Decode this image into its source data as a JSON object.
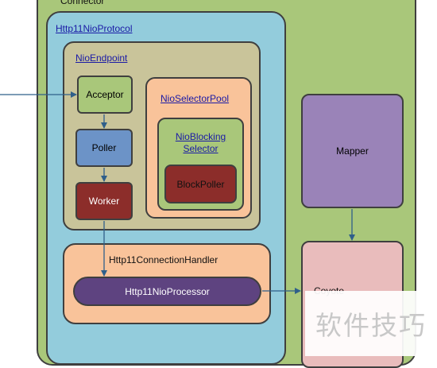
{
  "connector": {
    "label": "Connector",
    "color": "#a9c77a"
  },
  "protocol": {
    "label": "Http11NioProtocol",
    "color": "#93ccdc"
  },
  "endpoint": {
    "label": "NioEndpoint",
    "color": "#c9c49a"
  },
  "acceptor": {
    "label": "Acceptor",
    "color": "#a9c77a"
  },
  "poller": {
    "label": "Poller",
    "color": "#6c93c7"
  },
  "worker": {
    "label": "Worker",
    "color": "#8c2d2a"
  },
  "selector_pool": {
    "label": "NioSelectorPool",
    "color": "#f9c39a"
  },
  "blocking_selector": {
    "label_line1": "NioBlocking",
    "label_line2": "Selector",
    "color": "#a9c77a"
  },
  "block_poller": {
    "label": "BlockPoller",
    "color": "#8c2d2a"
  },
  "connection_handler": {
    "label": "Http11ConnectionHandler",
    "color": "#f9c39a"
  },
  "processor": {
    "label": "Http11NioProcessor",
    "color": "#5e4380"
  },
  "mapper": {
    "label": "Mapper",
    "color": "#9a83b8"
  },
  "coyote": {
    "label": "Coyote",
    "color": "#e9bcbc"
  },
  "watermark": {
    "text": "软件技巧"
  },
  "arrow_color": "#2f5f8a"
}
